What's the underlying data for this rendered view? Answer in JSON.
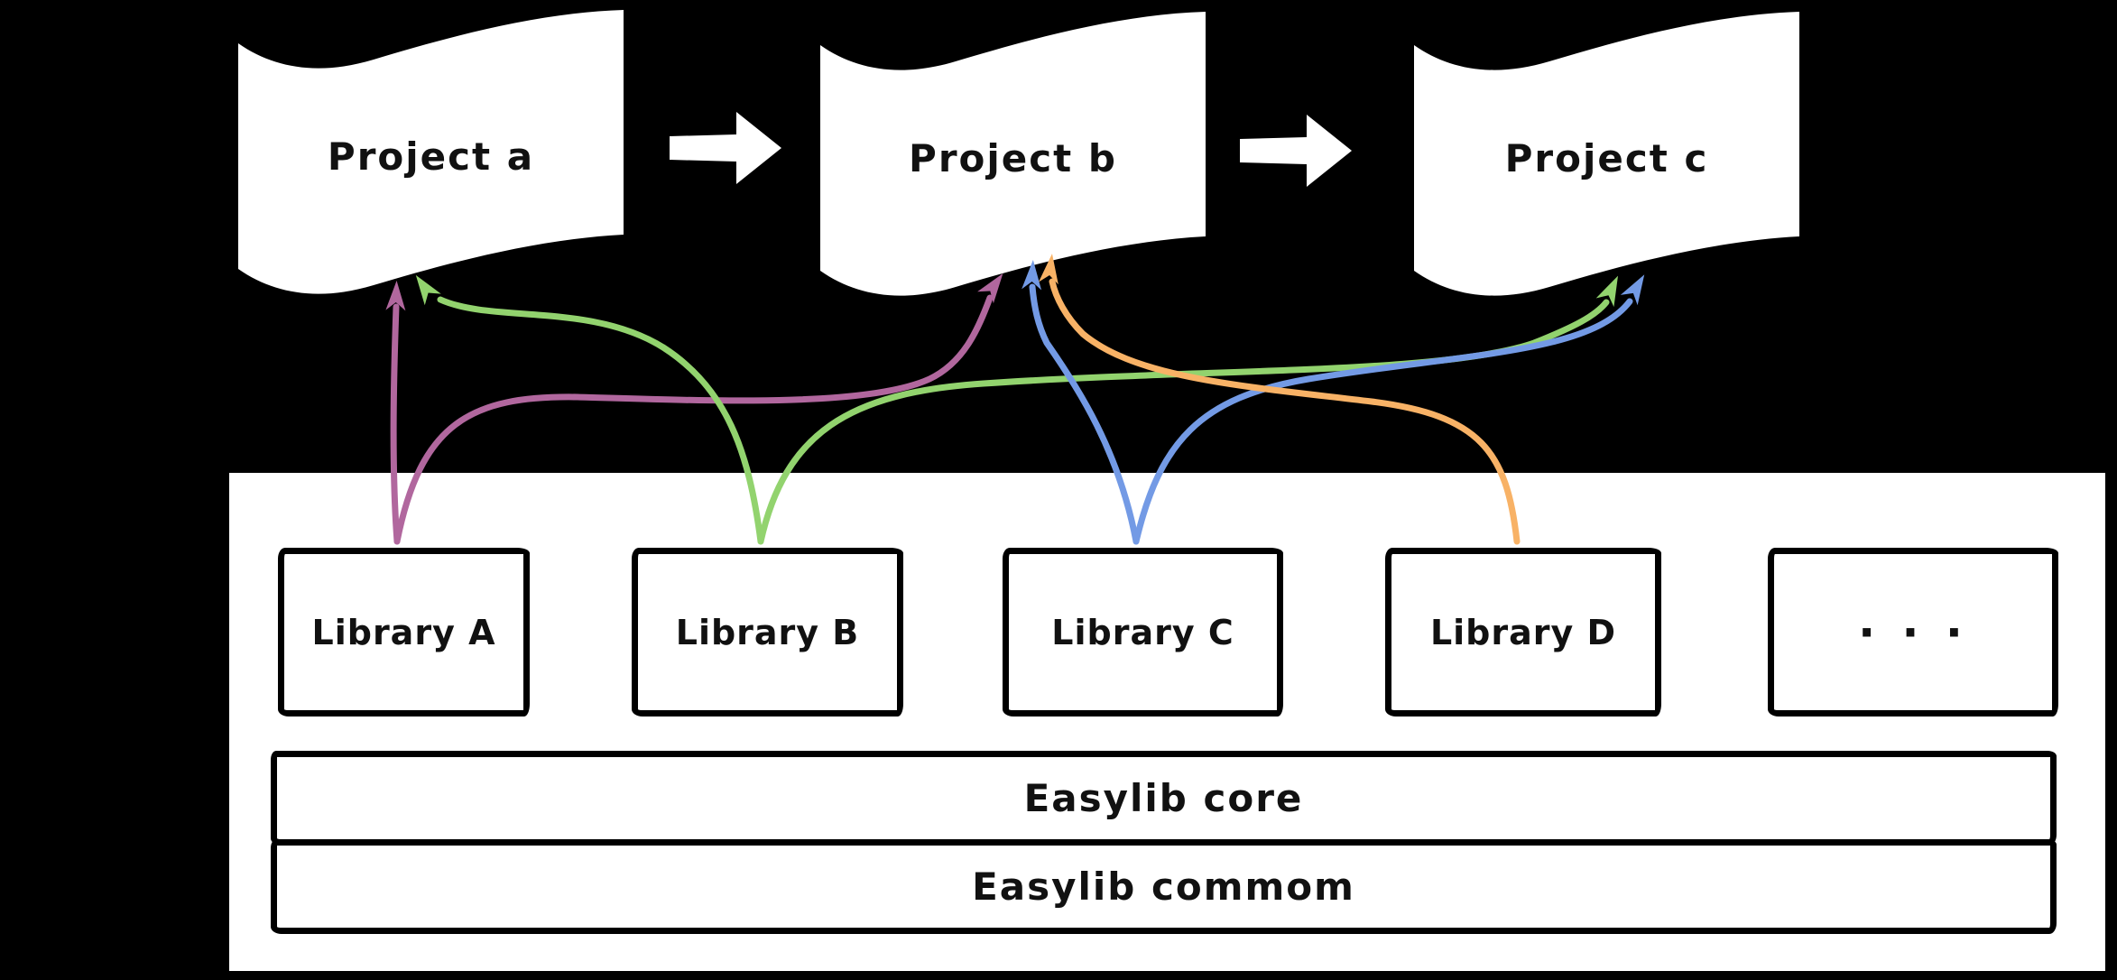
{
  "diagram": {
    "background": "#000000",
    "shape_fill": "#ffffff",
    "line_color": "#000000"
  },
  "projects": [
    {
      "id": "project-a",
      "label": "Project a"
    },
    {
      "id": "project-b",
      "label": "Project b"
    },
    {
      "id": "project-c",
      "label": "Project c"
    }
  ],
  "flow": [
    {
      "from": "project-a",
      "to": "project-b",
      "icon": "right-block-arrow"
    },
    {
      "from": "project-b",
      "to": "project-c",
      "icon": "right-block-arrow"
    }
  ],
  "libraries": [
    {
      "id": "library-a",
      "label": "Library A"
    },
    {
      "id": "library-b",
      "label": "Library B"
    },
    {
      "id": "library-c",
      "label": "Library C"
    },
    {
      "id": "library-d",
      "label": "Library D"
    },
    {
      "id": "library-more",
      "label": "· · ·"
    }
  ],
  "dependencies": [
    {
      "from": "Library A",
      "to": [
        "Project a",
        "Project b"
      ],
      "color": "#b1679e"
    },
    {
      "from": "Library B",
      "to": [
        "Project a",
        "Project c"
      ],
      "color": "#92d36e"
    },
    {
      "from": "Library C",
      "to": [
        "Project b",
        "Project c"
      ],
      "color": "#739ae5"
    },
    {
      "from": "Library D",
      "to": [
        "Project b"
      ],
      "color": "#f8b266"
    }
  ],
  "platform_layers": [
    {
      "id": "easylib-core",
      "label": "Easylib core"
    },
    {
      "id": "easylib-commom",
      "label": "Easylib commom"
    }
  ]
}
